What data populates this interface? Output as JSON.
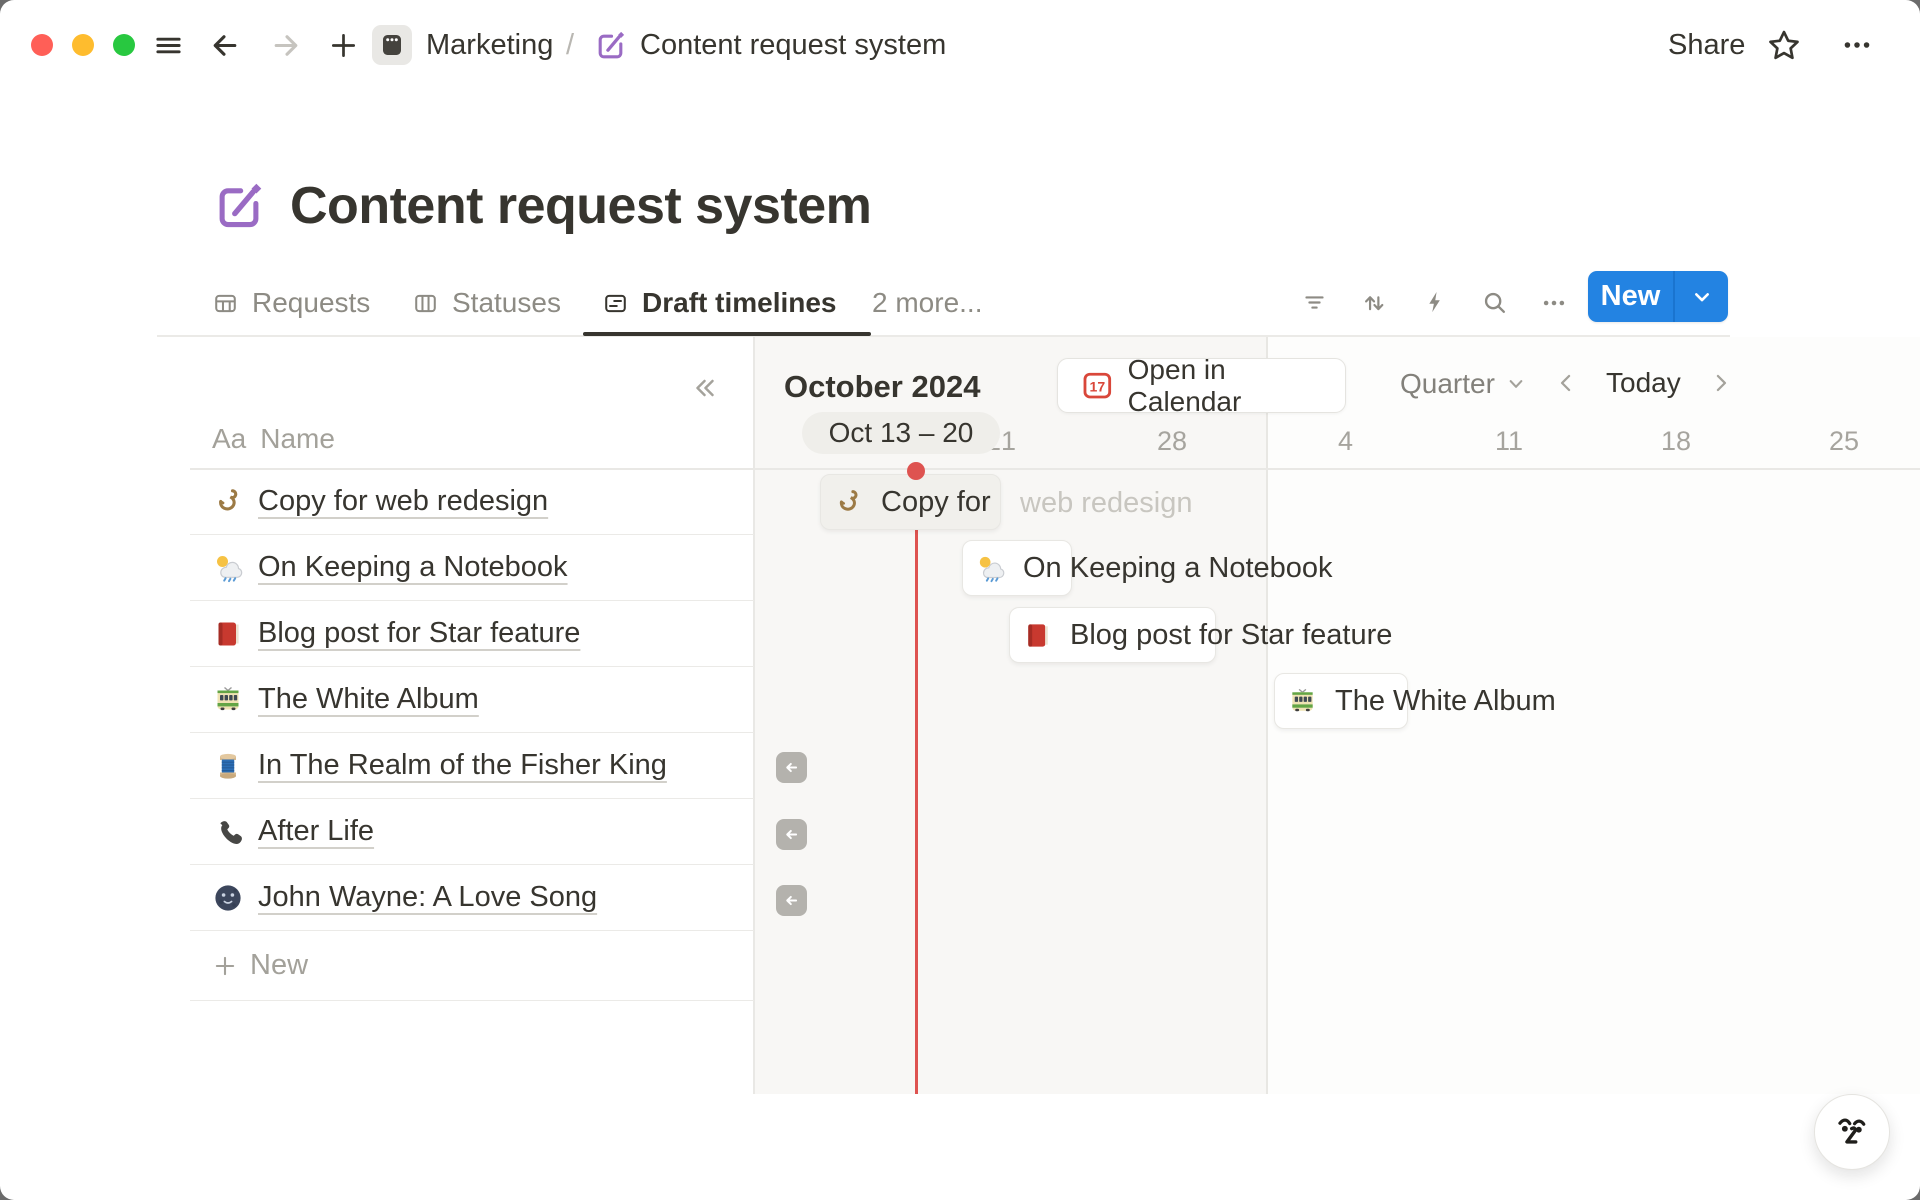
{
  "topbar": {
    "breadcrumb": {
      "workspace": "Marketing",
      "separator": "/",
      "page": "Content request system"
    },
    "share_label": "Share"
  },
  "page": {
    "title": "Content request system"
  },
  "tabs": {
    "items": [
      {
        "label": "Requests",
        "icon": "table"
      },
      {
        "label": "Statuses",
        "icon": "board"
      },
      {
        "label": "Draft timelines",
        "icon": "timeline",
        "active": true
      }
    ],
    "more_label": "2 more..."
  },
  "toolbar": {
    "new_label": "New"
  },
  "sidebar": {
    "header": {
      "type_icon": "Aa",
      "label": "Name"
    },
    "rows": [
      {
        "icon": "hook",
        "title": "Copy for web redesign"
      },
      {
        "icon": "sun-behind-rain-cloud",
        "title": "On Keeping a Notebook"
      },
      {
        "icon": "red-book",
        "title": "Blog post for Star feature"
      },
      {
        "icon": "tram",
        "title": "The White Album"
      },
      {
        "icon": "thread-spool",
        "title": "In The Realm of the Fisher King"
      },
      {
        "icon": "telephone-receiver",
        "title": "After Life"
      },
      {
        "icon": "new-moon-face",
        "title": "John Wayne: A Love Song"
      }
    ],
    "new_label": "New"
  },
  "timeline": {
    "month_header": "October 2024",
    "open_in_calendar_label": "Open in Calendar",
    "calendar_icon_day": "17",
    "zoom_label": "Quarter",
    "today_label": "Today",
    "range_pill": "Oct 13 – 20",
    "ticks": [
      "21",
      "28",
      "4",
      "11",
      "18",
      "25"
    ],
    "bar_clipped_label": "Copy for",
    "bar_ghost_label": "web redesign"
  },
  "colors": {
    "accent_blue": "#2383e2",
    "today_red": "#de5350",
    "icon_purple": "#9a6bc4"
  }
}
